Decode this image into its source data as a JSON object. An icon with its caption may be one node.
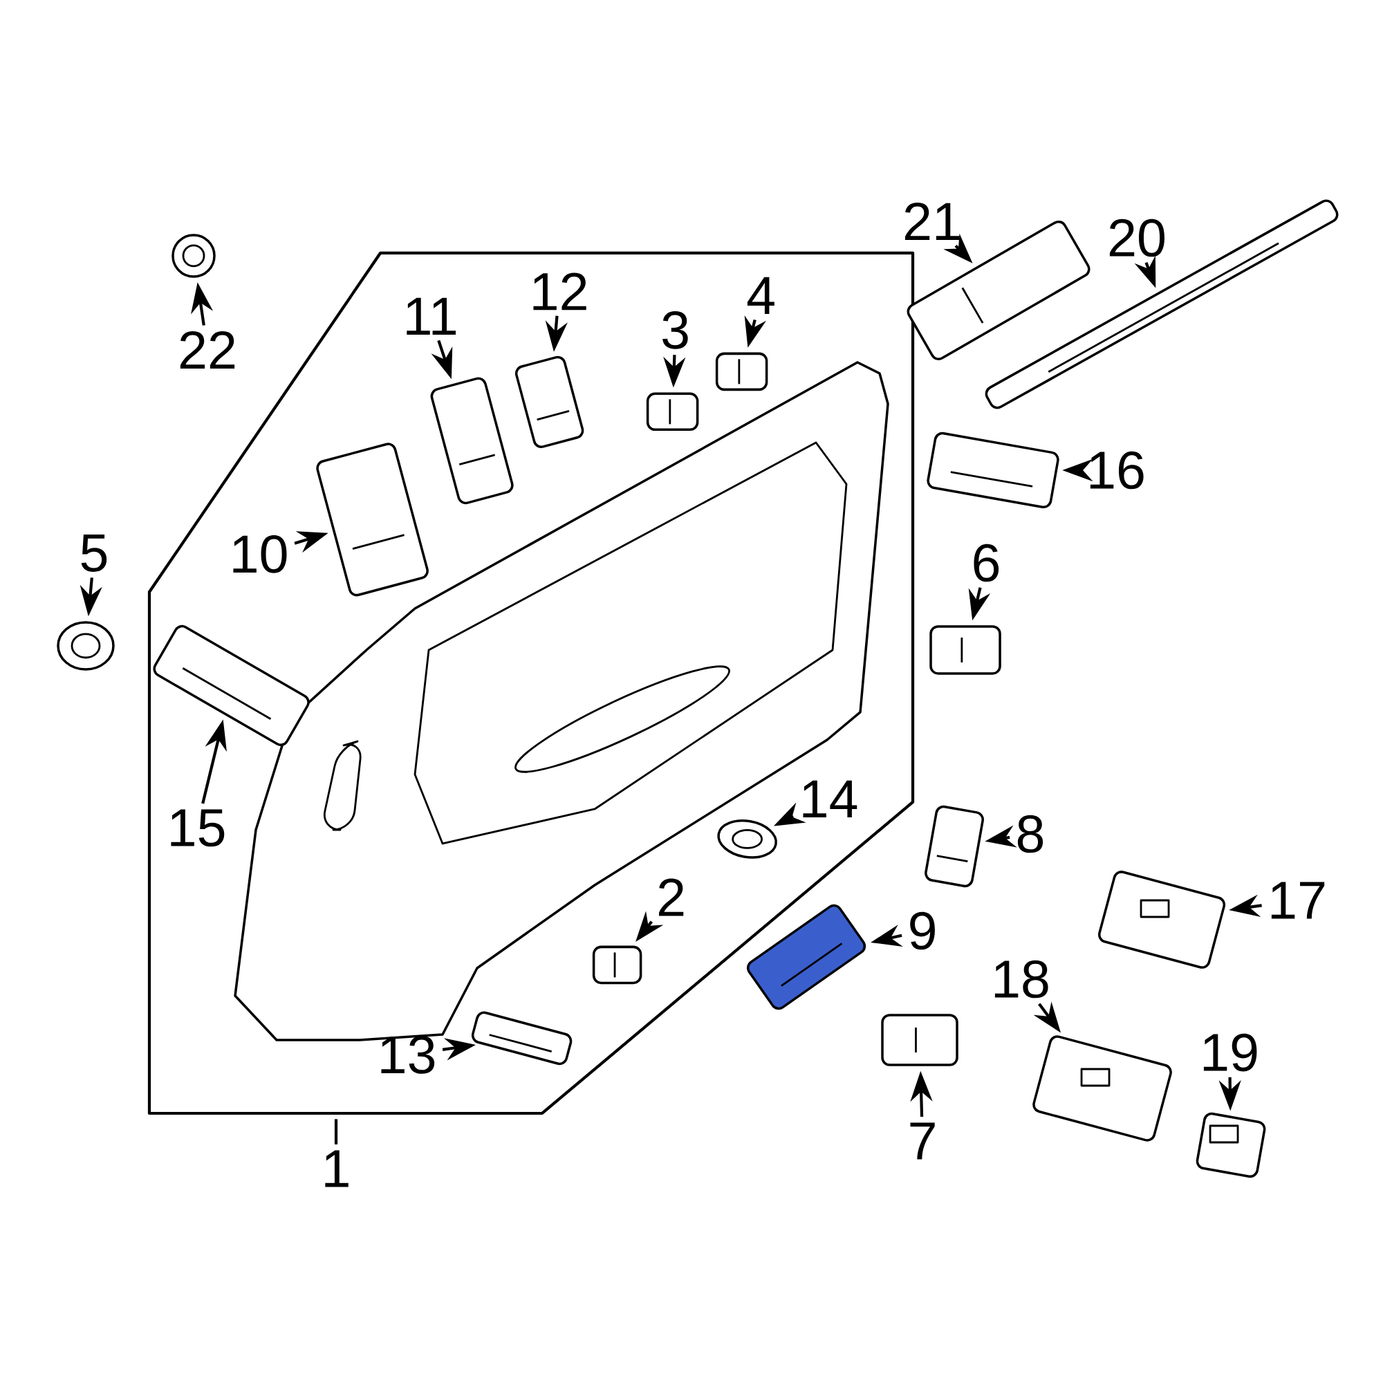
{
  "diagram": {
    "nodes": [
      {
        "text": [],
        "shape": "box"
      },
      {
        "text": [
          "1"
        ]
      },
      {
        "text": [
          "2"
        ],
        "in": 0
      },
      {
        "text": [],
        "shape": "picture",
        "in": 0
      },
      {
        "text": [
          "3"
        ],
        "in": 0
      },
      {
        "text": [],
        "shape": "picture",
        "in": 0
      },
      {
        "text": [
          "4"
        ],
        "in": 0
      },
      {
        "text": [],
        "shape": "picture",
        "in": 0
      },
      {
        "text": [
          "5"
        ]
      },
      {
        "text": [],
        "shape": "picture"
      },
      {
        "text": [
          "6"
        ]
      },
      {
        "text": [],
        "shape": "picture"
      },
      {
        "text": [
          "7"
        ]
      },
      {
        "text": [],
        "shape": "picture"
      },
      {
        "text": [
          "8"
        ]
      },
      {
        "text": [],
        "shape": "picture"
      },
      {
        "text": [
          "9"
        ]
      },
      {
        "text": [],
        "shape": "picture"
      },
      {
        "text": [
          "10"
        ],
        "in": 0
      },
      {
        "text": [],
        "shape": "picture",
        "in": 0
      },
      {
        "text": [
          "11"
        ],
        "in": 0
      },
      {
        "text": [],
        "shape": "picture",
        "in": 0
      },
      {
        "text": [
          "12"
        ],
        "in": 0
      },
      {
        "text": [],
        "shape": "picture",
        "in": 0
      },
      {
        "text": [
          "13"
        ],
        "in": 0
      },
      {
        "text": [],
        "shape": "picture",
        "in": 0
      },
      {
        "text": [
          "14"
        ],
        "in": 0
      },
      {
        "text": [],
        "shape": "picture",
        "in": 0
      },
      {
        "text": [
          "15"
        ],
        "in": 0
      },
      {
        "text": [],
        "shape": "picture",
        "in": 0
      },
      {
        "text": [
          "16"
        ]
      },
      {
        "text": [],
        "shape": "picture"
      },
      {
        "text": [
          "17"
        ]
      },
      {
        "text": [],
        "shape": "picture"
      },
      {
        "text": [
          "18"
        ]
      },
      {
        "text": [],
        "shape": "picture"
      },
      {
        "text": [
          "19"
        ]
      },
      {
        "text": [],
        "shape": "picture"
      },
      {
        "text": [
          "20"
        ]
      },
      {
        "text": [],
        "shape": "picture"
      },
      {
        "text": [
          "21"
        ]
      },
      {
        "text": [],
        "shape": "picture"
      },
      {
        "text": [
          "22"
        ]
      },
      {
        "text": [],
        "shape": "picture"
      }
    ],
    "edges": [
      {
        "from": 1,
        "to": 0,
        "arrow": "none"
      },
      {
        "from": 2,
        "to": 3,
        "arrow": "to"
      },
      {
        "from": 4,
        "to": 5,
        "arrow": "to"
      },
      {
        "from": 6,
        "to": 7,
        "arrow": "to"
      },
      {
        "from": 8,
        "to": 9,
        "arrow": "to"
      },
      {
        "from": 10,
        "to": 11,
        "arrow": "to"
      },
      {
        "from": 12,
        "to": 13,
        "arrow": "to"
      },
      {
        "from": 14,
        "to": 15,
        "arrow": "to"
      },
      {
        "from": 16,
        "to": 17,
        "arrow": "to"
      },
      {
        "from": 18,
        "to": 19,
        "arrow": "to"
      },
      {
        "from": 20,
        "to": 21,
        "arrow": "to"
      },
      {
        "from": 22,
        "to": 23,
        "arrow": "to"
      },
      {
        "from": 24,
        "to": 25,
        "arrow": "to"
      },
      {
        "from": 26,
        "to": 27,
        "arrow": "to"
      },
      {
        "from": 28,
        "to": 29,
        "arrow": "to"
      },
      {
        "from": 30,
        "to": 31,
        "arrow": "to"
      },
      {
        "from": 32,
        "to": 33,
        "arrow": "to"
      },
      {
        "from": 34,
        "to": 35,
        "arrow": "to"
      },
      {
        "from": 36,
        "to": 37,
        "arrow": "to"
      },
      {
        "from": 38,
        "to": 39,
        "arrow": "to"
      },
      {
        "from": 40,
        "to": 41,
        "arrow": "to"
      },
      {
        "from": 42,
        "to": 43,
        "arrow": "to"
      }
    ]
  }
}
